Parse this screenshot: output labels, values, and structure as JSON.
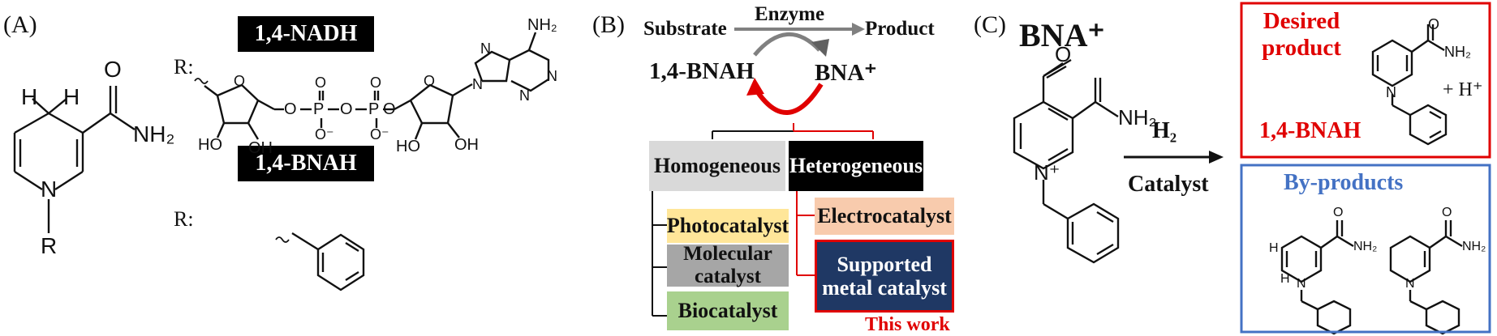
{
  "panelA": {
    "label": "(A)",
    "r_prefix_1": "R:",
    "r_prefix_2": "R:",
    "banner_nadh": "1,4-NADH",
    "banner_bnah": "1,4-BNAH",
    "atoms": {
      "H1": "H",
      "H2": "H",
      "O": "O",
      "NH2": "NH₂",
      "N": "N",
      "R": "R",
      "adenine_nh2": "NH₂",
      "adenine_n1": "N",
      "adenine_n2": "N",
      "adenine_n3": "N",
      "adenine_n4": "N",
      "p1": "P",
      "p2": "P",
      "o_ring1": "O",
      "o_ring2": "O",
      "ho1": "HO",
      "oh1": "OH",
      "ho2": "HO",
      "oh2": "OH",
      "o_link1": "O",
      "o_link2": "O",
      "o_link3": "O",
      "o_top1": "O",
      "o_top2": "O",
      "o_minus1": "O⁻",
      "o_minus2": "O⁻"
    }
  },
  "panelB": {
    "label": "(B)",
    "substrate": "Substrate",
    "enzyme": "Enzyme",
    "product": "Product",
    "bnah": "1,4-BNAH",
    "bna_plus": "BNA⁺",
    "homogeneous": "Homogeneous",
    "heterogeneous": "Heterogeneous",
    "photocatalyst": "Photocatalyst",
    "molecular_catalyst": "Molecular catalyst",
    "biocatalyst": "Biocatalyst",
    "electrocatalyst": "Electrocatalyst",
    "supported_metal_catalyst": "Supported metal catalyst",
    "this_work": "This work",
    "colors": {
      "homogeneous_bg": "#d9d9d9",
      "heterogeneous_bg": "#000000",
      "photocatalyst_bg": "#ffe699",
      "molecular_bg": "#a6a6a6",
      "biocatalyst_bg": "#a9d18e",
      "electrocatalyst_bg": "#f8cbad",
      "supported_bg": "#1f3864",
      "red": "#e00000"
    }
  },
  "panelC": {
    "label": "(C)",
    "bna_plus": "BNA⁺",
    "h2": "H₂",
    "catalyst": "Catalyst",
    "desired_product": "Desired product",
    "bnah": "1,4-BNAH",
    "plus_h": "+ H⁺",
    "by_products": "By-products",
    "atoms": {
      "o": "O",
      "nh2": "NH₂",
      "n_plus": "N⁺",
      "d_o": "O",
      "d_nh2": "NH₂",
      "d_n": "N",
      "b1_o": "O",
      "b1_nh2": "NH₂",
      "b1_n": "N",
      "b1_h1": "H",
      "b1_h2": "H",
      "b2_o": "O",
      "b2_nh2": "NH₂",
      "b2_n": "N"
    },
    "colors": {
      "desired_border": "#e00000",
      "by_border": "#4472c4",
      "by_text": "#4472c4"
    }
  }
}
